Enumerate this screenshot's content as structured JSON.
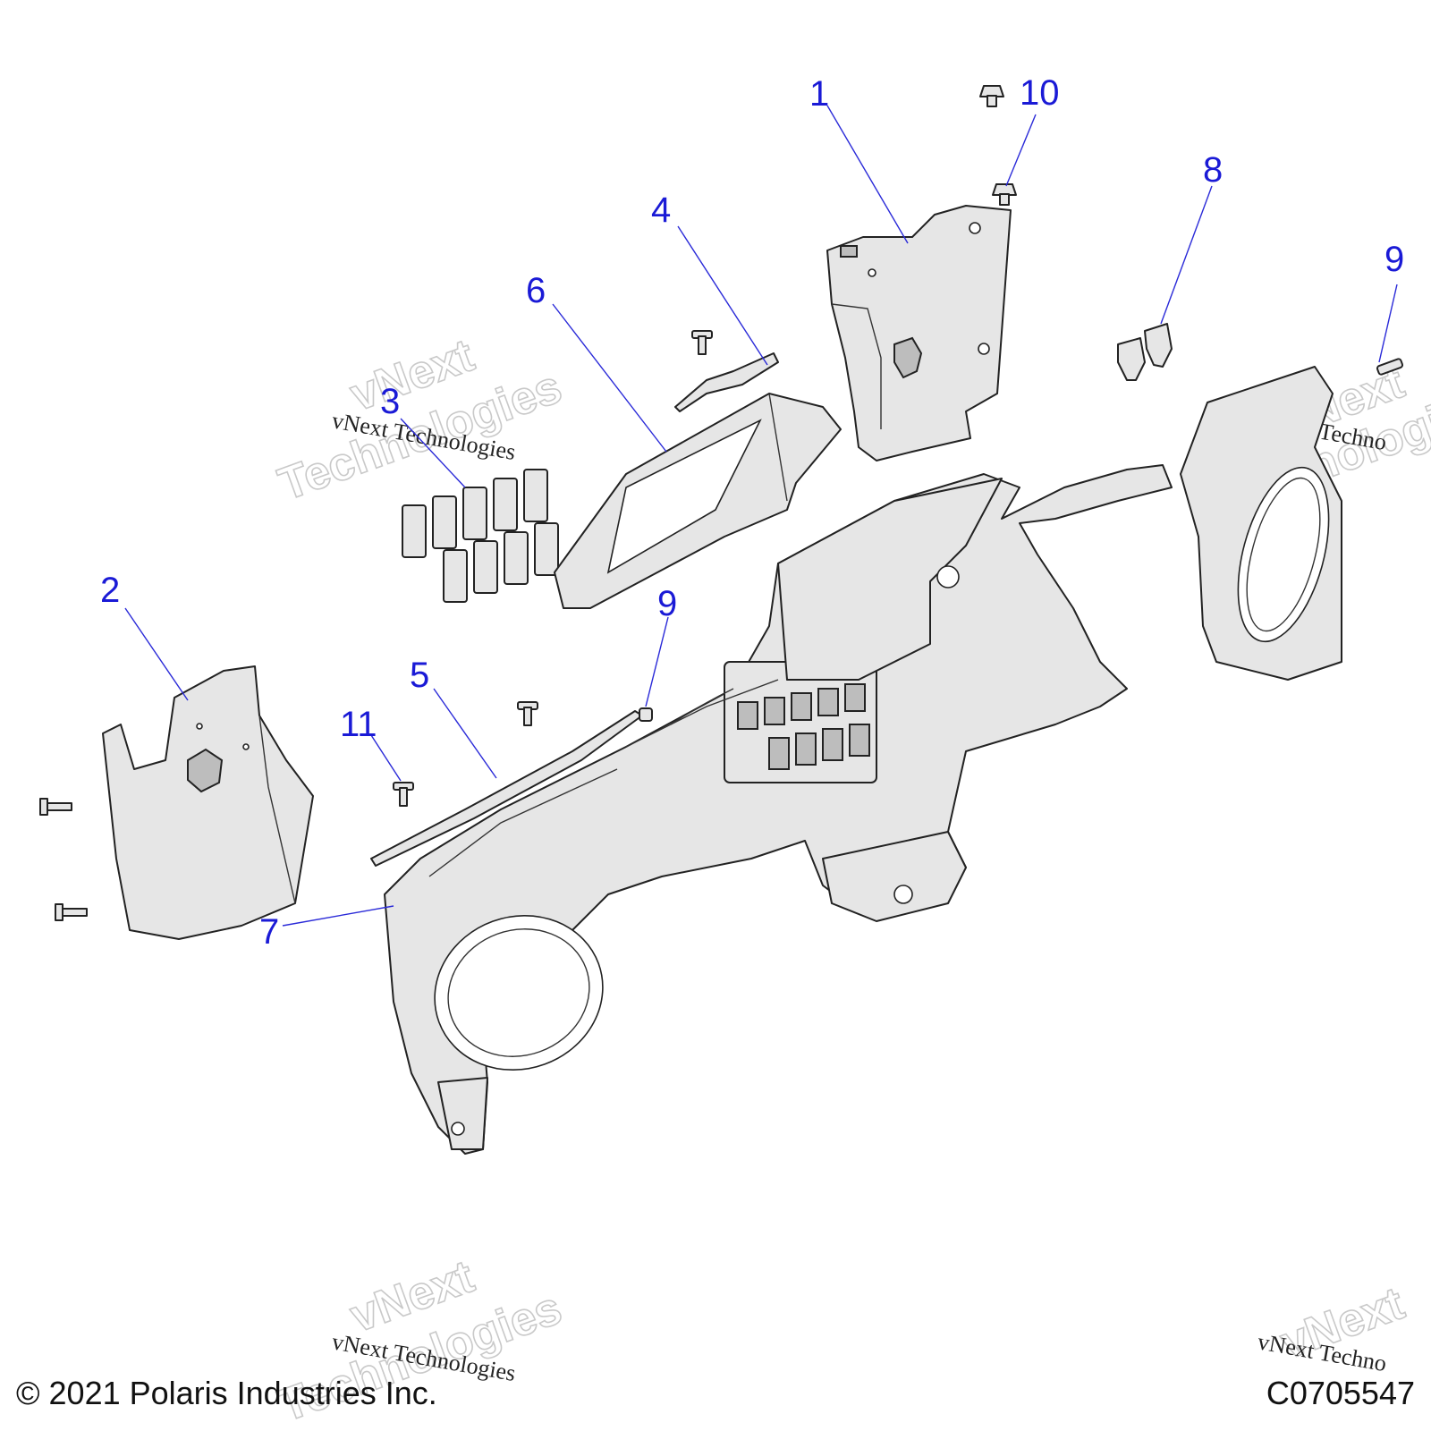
{
  "callouts": {
    "c1": "1",
    "c2": "2",
    "c3": "3",
    "c4": "4",
    "c5": "5",
    "c6": "6",
    "c7": "7",
    "c8": "8",
    "c9a": "9",
    "c9b": "9",
    "c10": "10",
    "c11": "11"
  },
  "watermark": {
    "big_line1": "vNext",
    "big_line2": "Technologies",
    "small": "vNext Technologies",
    "small_partial": "vNext Techno"
  },
  "footer": {
    "copyright": "© 2021 Polaris Industries Inc.",
    "figure_code": "C0705547"
  },
  "colors": {
    "callout": "#1a1ad6",
    "part_fill": "#e6e6e6",
    "outline": "#222222"
  }
}
